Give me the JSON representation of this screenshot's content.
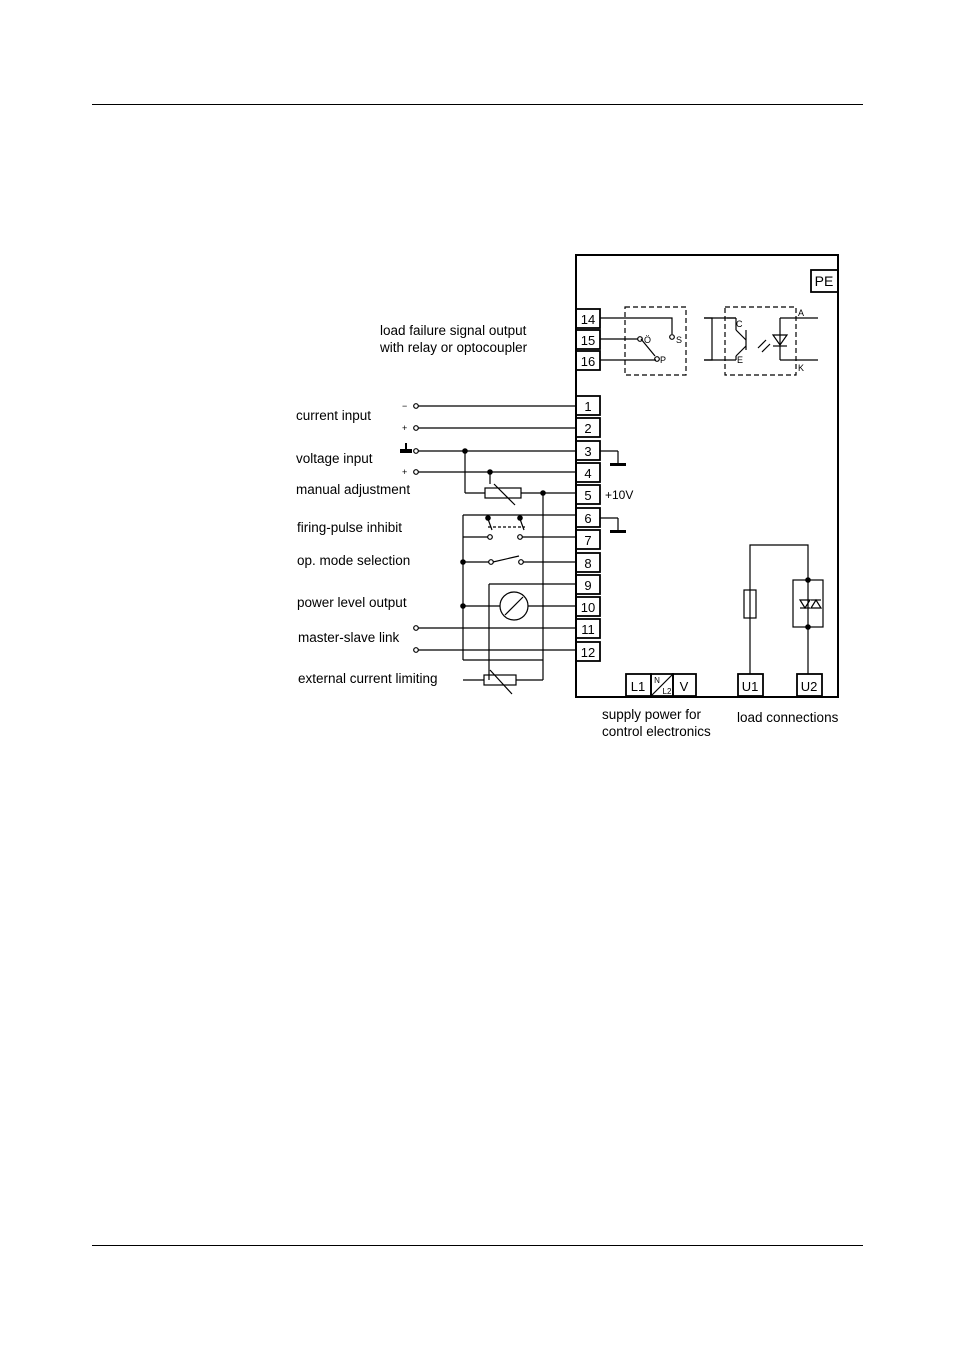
{
  "labels": {
    "load_failure": "load failure signal output\nwith relay or optocoupler",
    "current_input": "current input",
    "voltage_input": "voltage input",
    "manual_adjustment": "manual adjustment",
    "firing_pulse_inhibit": "firing-pulse inhibit",
    "op_mode_selection": "op. mode selection",
    "power_level_output": "power level output",
    "master_slave_link": "master-slave link",
    "external_current_limiting": "external current limiting",
    "supply_power": "supply power for\ncontrol electronics",
    "load_connections": "load connections"
  },
  "terminals": {
    "t14": "14",
    "t15": "15",
    "t16": "16",
    "t1": "1",
    "t2": "2",
    "t3": "3",
    "t4": "4",
    "t5": "5",
    "t6": "6",
    "t7": "7",
    "t8": "8",
    "t9": "9",
    "t10": "10",
    "t11": "11",
    "t12": "12",
    "pe": "PE",
    "l1": "L1",
    "n": "N",
    "l2": "L2",
    "v": "V",
    "u1": "U1",
    "u2": "U2"
  },
  "marks": {
    "plus10v": "+10V",
    "minus": "−",
    "plus": "+",
    "relay_o": "Ö",
    "relay_s": "S",
    "relay_p": "P",
    "opto_c": "C",
    "opto_e": "E",
    "opto_a": "A",
    "opto_k": "K"
  }
}
